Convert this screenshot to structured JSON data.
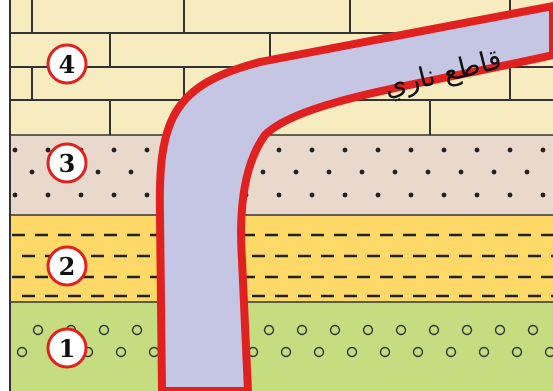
{
  "figure": {
    "dike_label": "قاطع ناري",
    "layers": [
      {
        "number": "4",
        "rock": "limestone",
        "pattern": "brick",
        "fill": "#f7ecbf"
      },
      {
        "number": "3",
        "rock": "sandstone",
        "pattern": "dots",
        "fill": "#e9d8cc"
      },
      {
        "number": "2",
        "rock": "shale",
        "pattern": "dashes",
        "fill": "#ffd968"
      },
      {
        "number": "1",
        "rock": "conglomerate",
        "pattern": "circles",
        "fill": "#c6dc80"
      }
    ],
    "colors": {
      "dike_fill": "#c5c6e3",
      "dike_border": "#e0211f",
      "label_circle_border": "#e0211f",
      "outline": "#222222"
    }
  }
}
